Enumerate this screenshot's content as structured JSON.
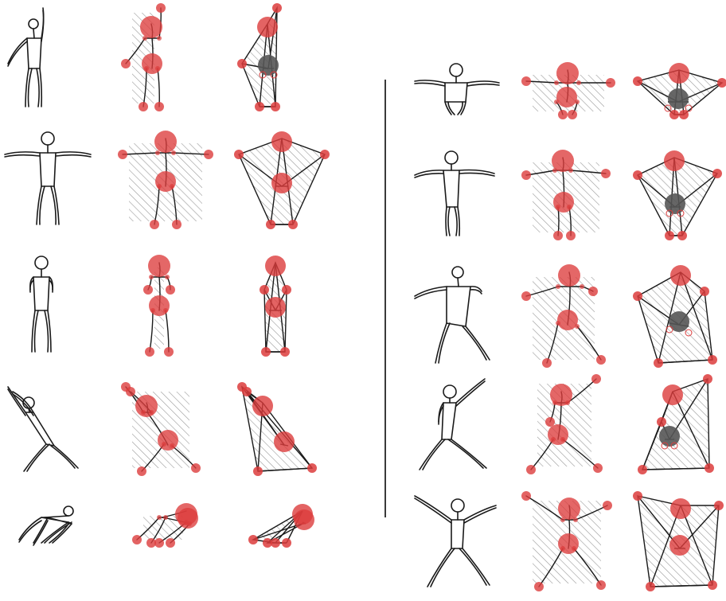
{
  "colors": {
    "joint_red": "#dc3c3c",
    "joint_gray": "#555555",
    "stroke": "#1a1a1a",
    "hatch": "#9a9a9a",
    "background": "#ffffff"
  },
  "panels": [
    {
      "name": "left-panel",
      "rows": [
        "arm-raised",
        "t-pose",
        "hands-on-chest",
        "kneeling-reach",
        "crawling"
      ]
    },
    {
      "name": "right-panel",
      "rows": [
        "squat",
        "arms-out",
        "dance-twist",
        "throwing",
        "star-jump"
      ]
    }
  ],
  "columns": [
    "figure-sketch",
    "skeleton-overlay",
    "geometric-abstraction"
  ]
}
